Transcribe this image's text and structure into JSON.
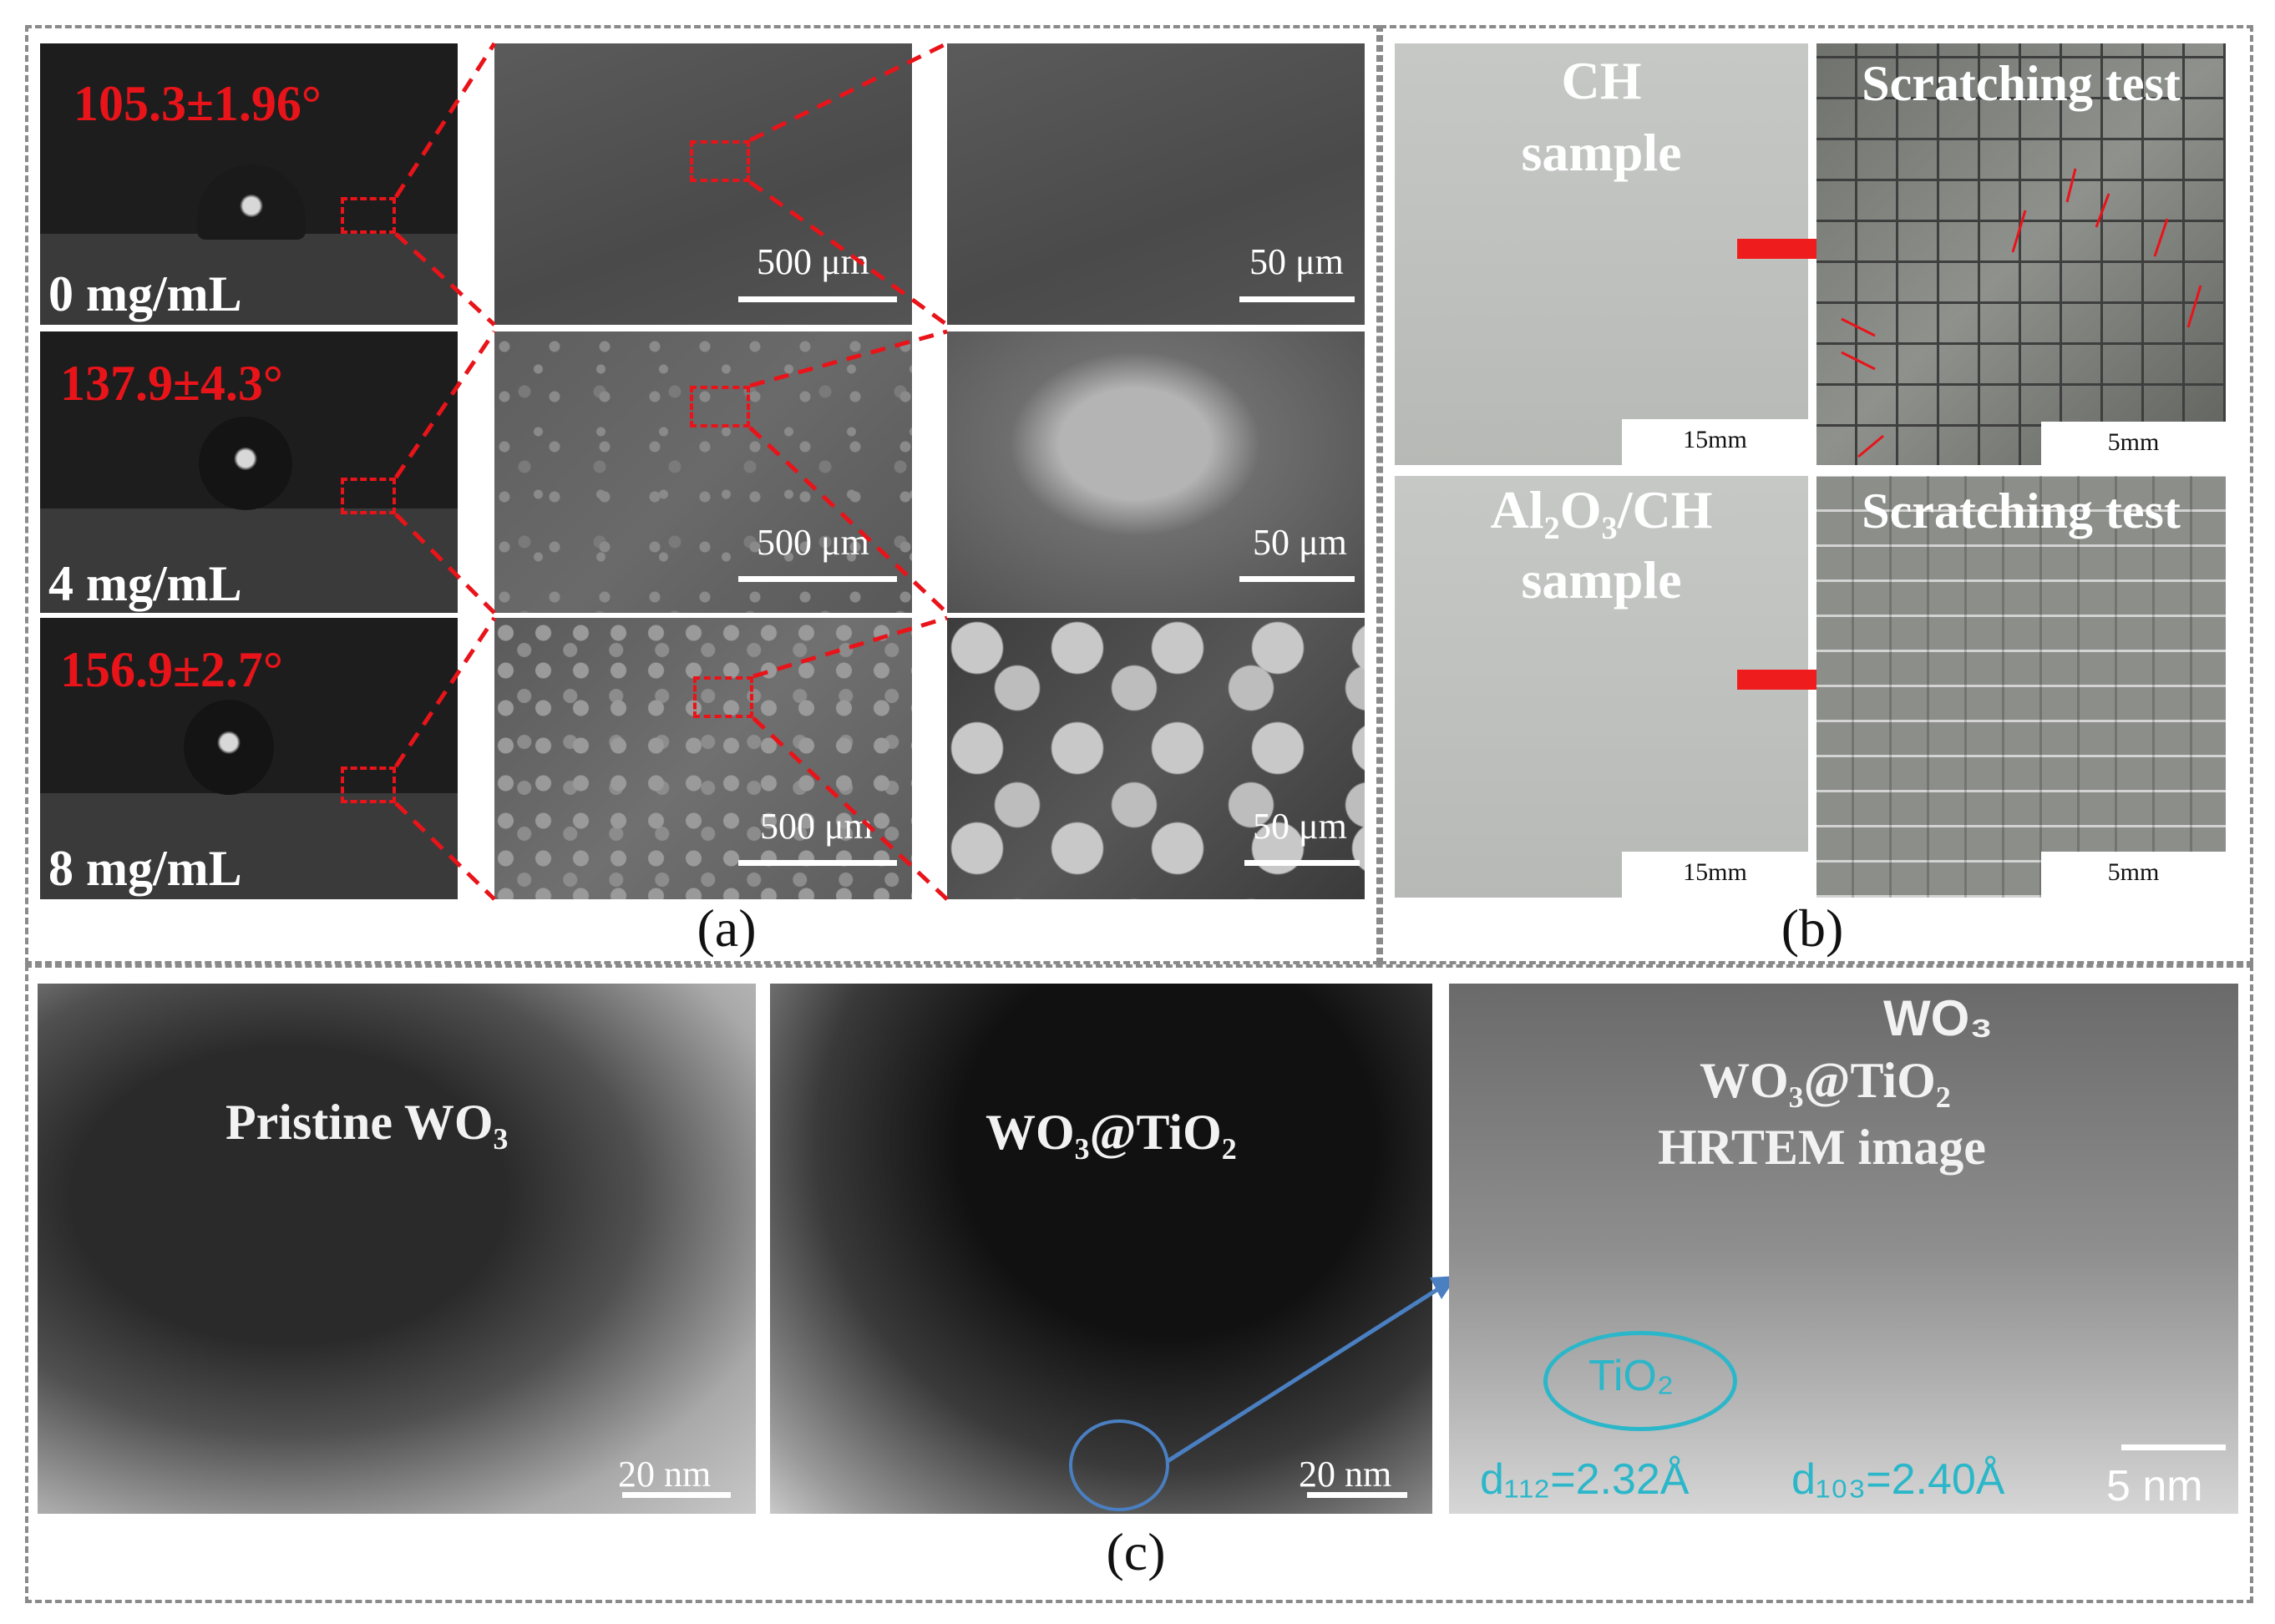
{
  "panel_a": {
    "label": "(a)",
    "rows": [
      {
        "angle": "105.3±1.96°",
        "conc": "0 mg/mL",
        "sem_low_scale": "500 μm",
        "sem_high_scale": "50 μm"
      },
      {
        "angle": "137.9±4.3°",
        "conc": "4 mg/mL",
        "sem_low_scale": "500 μm",
        "sem_high_scale": "50 μm"
      },
      {
        "angle": "156.9±2.7°",
        "conc": "8 mg/mL",
        "sem_low_scale": "500 μm",
        "sem_high_scale": "50 μm"
      }
    ]
  },
  "panel_b": {
    "label": "(b)",
    "ch_title_line1": "CH",
    "ch_title_line2": "sample",
    "al_title_line1": "Al₂O₃/CH",
    "al_title_line2": "sample",
    "scratch_title": "Scratching test",
    "photo_scale": "15mm",
    "scratch_scale": "5mm"
  },
  "panel_c": {
    "label": "(c)",
    "pristine": "Pristine WO₃",
    "composite": "WO₃@TiO₂",
    "hr_line1": "WO₃",
    "hr_line2": "WO₃@TiO₂",
    "hr_line3": "HRTEM image",
    "tio2": "TiO₂",
    "d112": "d₁₁₂=2.32Å",
    "d103": "d₁₀₃=2.40Å",
    "scale_20": "20 nm",
    "scale_5": "5 nm"
  }
}
